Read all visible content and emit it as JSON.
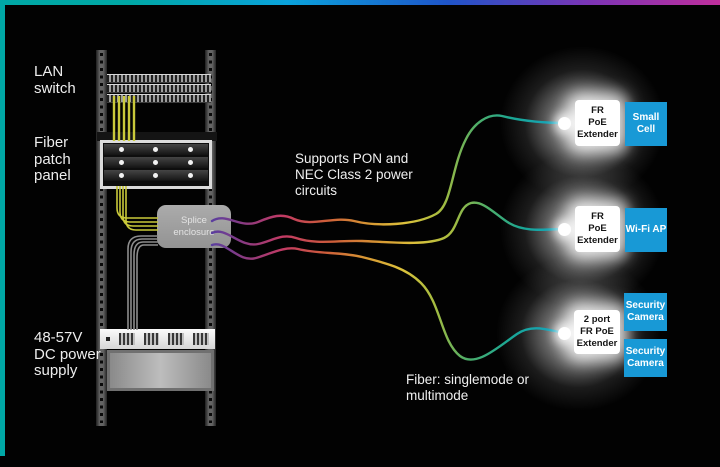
{
  "labels": {
    "lan_switch": "LAN\nswitch",
    "fiber_patch_panel": "Fiber\npatch\npanel",
    "dc_power": "48-57V\nDC power\nsupply",
    "splice_enclosure": "Splice\nenclosure",
    "pon_note": "Supports PON and\nNEC Class 2 power\ncircuits",
    "fiber_note": "Fiber: singlemode or\nmultimode"
  },
  "endpoints": [
    {
      "extender": "FR\nPoE\nExtender",
      "devices": [
        "Small Cell"
      ]
    },
    {
      "extender": "FR\nPoE\nExtender",
      "devices": [
        "Wi-Fi AP"
      ]
    },
    {
      "extender": "2 port\nFR PoE\nExtender",
      "devices": [
        "Security Camera",
        "Security Camera"
      ]
    }
  ],
  "colors": {
    "background": "#020202",
    "teal_accent": "#00a8a6",
    "top_gradient": [
      "#00a8a6",
      "#0aa3dc",
      "#1e55c9",
      "#7c34b5",
      "#bf2f9c"
    ],
    "azure_box": "#1899d6",
    "extender_box": "#ffffff",
    "fiber_gradient": [
      "#5a3d9e",
      "#c23a64",
      "#cd5c3a",
      "#dcc23c",
      "#4fae68",
      "#12a2c4"
    ],
    "yellow_cable": "#c9c93a",
    "gray_cable": "#8d8d8d"
  }
}
